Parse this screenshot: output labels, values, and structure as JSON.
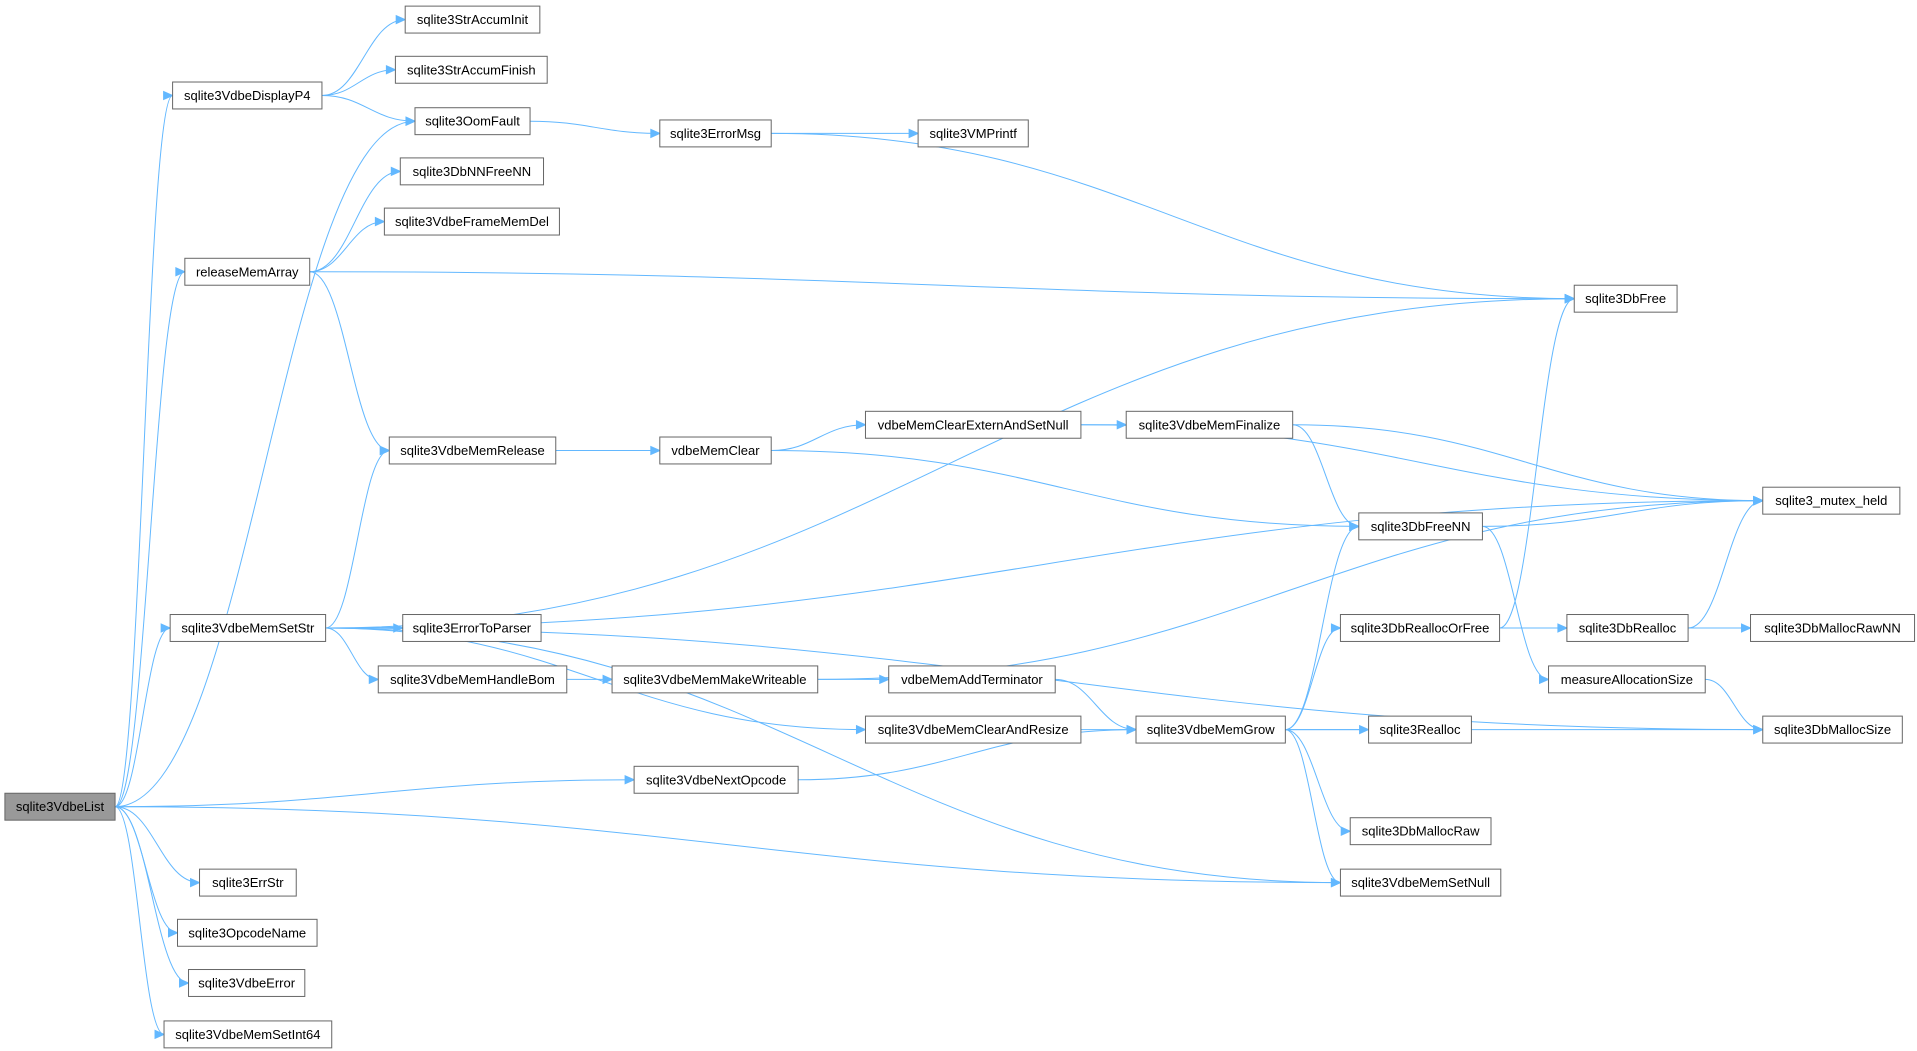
{
  "graph": {
    "nodes": [
      {
        "id": "n0",
        "label": "sqlite3VdbeList",
        "root": true
      },
      {
        "id": "n1",
        "label": "sqlite3StrAccumInit"
      },
      {
        "id": "n2",
        "label": "sqlite3StrAccumFinish"
      },
      {
        "id": "n3",
        "label": "sqlite3VdbeDisplayP4"
      },
      {
        "id": "n4",
        "label": "sqlite3OomFault"
      },
      {
        "id": "n5",
        "label": "sqlite3ErrorMsg"
      },
      {
        "id": "n6",
        "label": "sqlite3VMPrintf"
      },
      {
        "id": "n7",
        "label": "sqlite3DbNNFreeNN"
      },
      {
        "id": "n8",
        "label": "sqlite3VdbeFrameMemDel"
      },
      {
        "id": "n9",
        "label": "releaseMemArray"
      },
      {
        "id": "n10",
        "label": "sqlite3DbFree"
      },
      {
        "id": "n11",
        "label": "vdbeMemClearExternAndSetNull"
      },
      {
        "id": "n12",
        "label": "sqlite3VdbeMemFinalize"
      },
      {
        "id": "n13",
        "label": "sqlite3VdbeMemRelease"
      },
      {
        "id": "n14",
        "label": "vdbeMemClear"
      },
      {
        "id": "n15",
        "label": "sqlite3_mutex_held"
      },
      {
        "id": "n16",
        "label": "sqlite3DbFreeNN"
      },
      {
        "id": "n17",
        "label": "sqlite3VdbeMemSetStr"
      },
      {
        "id": "n18",
        "label": "sqlite3ErrorToParser"
      },
      {
        "id": "n19",
        "label": "sqlite3DbReallocOrFree"
      },
      {
        "id": "n20",
        "label": "sqlite3DbRealloc"
      },
      {
        "id": "n21",
        "label": "sqlite3DbMallocRawNN"
      },
      {
        "id": "n22",
        "label": "sqlite3VdbeMemHandleBom"
      },
      {
        "id": "n23",
        "label": "sqlite3VdbeMemMakeWriteable"
      },
      {
        "id": "n24",
        "label": "vdbeMemAddTerminator"
      },
      {
        "id": "n25",
        "label": "measureAllocationSize"
      },
      {
        "id": "n26",
        "label": "sqlite3VdbeMemClearAndResize"
      },
      {
        "id": "n27",
        "label": "sqlite3VdbeMemGrow"
      },
      {
        "id": "n28",
        "label": "sqlite3Realloc"
      },
      {
        "id": "n29",
        "label": "sqlite3DbMallocSize"
      },
      {
        "id": "n30",
        "label": "sqlite3VdbeNextOpcode"
      },
      {
        "id": "n31",
        "label": "sqlite3DbMallocRaw"
      },
      {
        "id": "n32",
        "label": "sqlite3ErrStr"
      },
      {
        "id": "n33",
        "label": "sqlite3VdbeMemSetNull"
      },
      {
        "id": "n34",
        "label": "sqlite3OpcodeName"
      },
      {
        "id": "n35",
        "label": "sqlite3VdbeError"
      },
      {
        "id": "n36",
        "label": "sqlite3VdbeMemSetInt64"
      }
    ],
    "edges": [
      [
        "n0",
        "n3"
      ],
      [
        "n0",
        "n4"
      ],
      [
        "n0",
        "n9"
      ],
      [
        "n0",
        "n17"
      ],
      [
        "n0",
        "n30"
      ],
      [
        "n0",
        "n32"
      ],
      [
        "n0",
        "n33"
      ],
      [
        "n0",
        "n34"
      ],
      [
        "n0",
        "n35"
      ],
      [
        "n0",
        "n36"
      ],
      [
        "n3",
        "n1"
      ],
      [
        "n3",
        "n2"
      ],
      [
        "n3",
        "n4"
      ],
      [
        "n4",
        "n5"
      ],
      [
        "n5",
        "n6"
      ],
      [
        "n5",
        "n10"
      ],
      [
        "n9",
        "n7"
      ],
      [
        "n9",
        "n8"
      ],
      [
        "n9",
        "n10"
      ],
      [
        "n9",
        "n13"
      ],
      [
        "n13",
        "n14"
      ],
      [
        "n14",
        "n11"
      ],
      [
        "n14",
        "n16"
      ],
      [
        "n11",
        "n12"
      ],
      [
        "n11",
        "n15"
      ],
      [
        "n12",
        "n15"
      ],
      [
        "n12",
        "n16"
      ],
      [
        "n16",
        "n15"
      ],
      [
        "n16",
        "n25"
      ],
      [
        "n17",
        "n10"
      ],
      [
        "n17",
        "n13"
      ],
      [
        "n17",
        "n15"
      ],
      [
        "n17",
        "n18"
      ],
      [
        "n17",
        "n22"
      ],
      [
        "n17",
        "n29"
      ],
      [
        "n17",
        "n26"
      ],
      [
        "n17",
        "n33"
      ],
      [
        "n22",
        "n23"
      ],
      [
        "n23",
        "n15"
      ],
      [
        "n23",
        "n24"
      ],
      [
        "n24",
        "n27"
      ],
      [
        "n26",
        "n27"
      ],
      [
        "n30",
        "n27"
      ],
      [
        "n27",
        "n16"
      ],
      [
        "n27",
        "n19"
      ],
      [
        "n27",
        "n28"
      ],
      [
        "n27",
        "n29"
      ],
      [
        "n27",
        "n31"
      ],
      [
        "n27",
        "n33"
      ],
      [
        "n19",
        "n10"
      ],
      [
        "n19",
        "n20"
      ],
      [
        "n20",
        "n15"
      ],
      [
        "n20",
        "n21"
      ],
      [
        "n25",
        "n29"
      ]
    ]
  }
}
